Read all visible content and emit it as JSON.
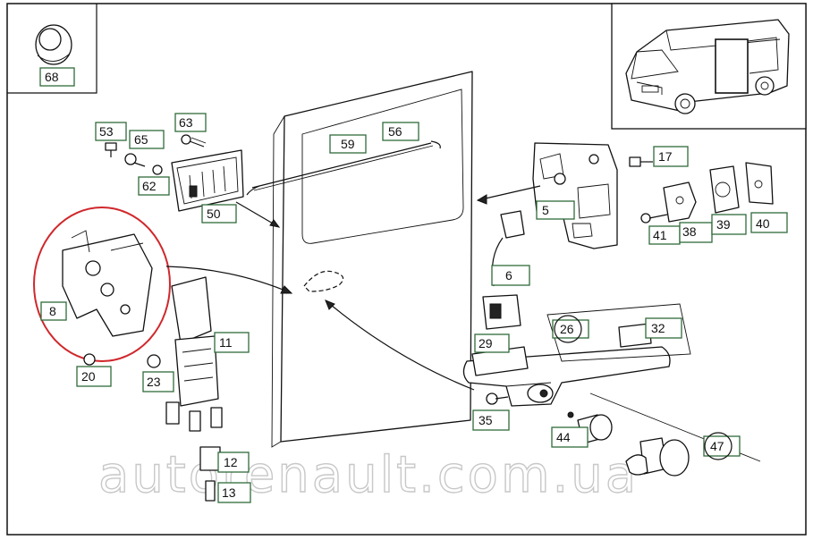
{
  "watermark": "autorenault.com.ua",
  "callouts": {
    "p68": "68",
    "p53": "53",
    "p65": "65",
    "p63": "63",
    "p62": "62",
    "p50": "50",
    "p59": "59",
    "p56": "56",
    "p5": "5",
    "p17": "17",
    "p41": "41",
    "p38": "38",
    "p39": "39",
    "p40": "40",
    "p6": "6",
    "p8": "8",
    "p20": "20",
    "p23": "23",
    "p11": "11",
    "p29": "29",
    "p26": "26",
    "p32": "32",
    "p35": "35",
    "p44": "44",
    "p47": "47",
    "p12": "12",
    "p13": "13"
  },
  "colors": {
    "callout_border": "#2f6b3a",
    "highlight_ring": "#d0282c",
    "line": "#111111"
  },
  "highlighted_part": "8"
}
